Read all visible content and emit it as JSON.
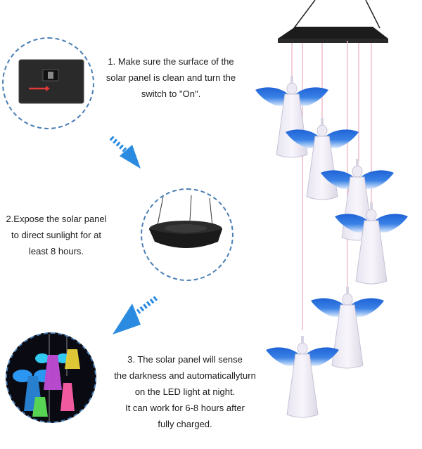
{
  "steps": [
    {
      "line1": "1. Make sure the surface of the",
      "line2": "solar panel is clean and turn the",
      "line3": "switch to \"On\"."
    },
    {
      "line1": "2.Expose the solar panel",
      "line2": "to direct sunlight for at",
      "line3": "least 8 hours."
    },
    {
      "line1": "3. The solar panel will sense",
      "line2": "the darkness and automaticallyturn",
      "line3": "on the LED light at night.",
      "line4": "It can work for 6-8 hours after",
      "line5": "fully charged."
    }
  ],
  "colors": {
    "arrow": "#2a8be0",
    "circle_border": "#4a7fb5",
    "wing": "#1f63d6",
    "wing_light": "#9cc3f2"
  },
  "icons": [
    "switch-panel-closeup",
    "solar-panel-closeup",
    "glowing-angels-closeup",
    "down-arrow-icon",
    "angel-wind-chime"
  ]
}
